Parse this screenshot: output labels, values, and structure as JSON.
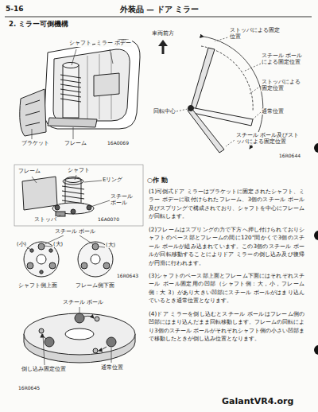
{
  "diagram": {
    "title": "2. ミラー可倒機構",
    "labels": [
      "5-16",
      "外装品 — ドア ミラー",
      "シャフト",
      "ミラー ボデー",
      "ブラケット",
      "フレーム",
      "16A0069",
      "車両前方",
      "ストッパによる固定位置",
      "スチール ボールによる固定位置",
      "ストッパによる固定位置",
      "通常位置",
      "回転中心",
      "スチール ボール及びストッパによる固定位置",
      "16R0644",
      "フレーム",
      "シャフト",
      "Eリング",
      "スチール ボール",
      "ストッパ",
      "16A0070",
      "○作 動",
      "(1)可倒式ドア ミラーはブラケットに固定されたシャフト、ミラー ボデーに取付けられたフレーム、3個のスチール ボール及びスプリングで構成されており、シャフトを中心にフレームが回転します。",
      "(2)フレームはスプリングの力で下方へ押し付けられておりシャフトのベース部とフレームの間に120°間かくで3個のスチール ボールが組み込まれています。この3個のスチール ボールが回転移動することによりドア ミラーの倒し込み及び復帰が円滑に行われます。",
      "(3)シャフトのベース部上面とフレーム下面にはそれぞれスチール ボール固定用の凹部（シャフト側：大，小，フレーム側：大 3）があり大きい凹部にスチール ボールがはまり込んでいるとき通常位置となります。",
      "(4)ドア ミラーを倒し込むとスチール ボールはフレーム側の凹部にはまり込んだまま回転移動します。フレームの回転により3個のスチール ボールがそれぞれシャフト側の小さい凹部まで移動したときが倒し込み位置となります。",
      "スチール ボール",
      "(小)",
      "(大)",
      "(大)",
      "シャフト側上面",
      "フレーム側下面",
      "16R0643",
      "スチール ボール",
      "倒し込み固定位置",
      "通常位置",
      "16R0645",
      "GalantVR4.org"
    ]
  }
}
